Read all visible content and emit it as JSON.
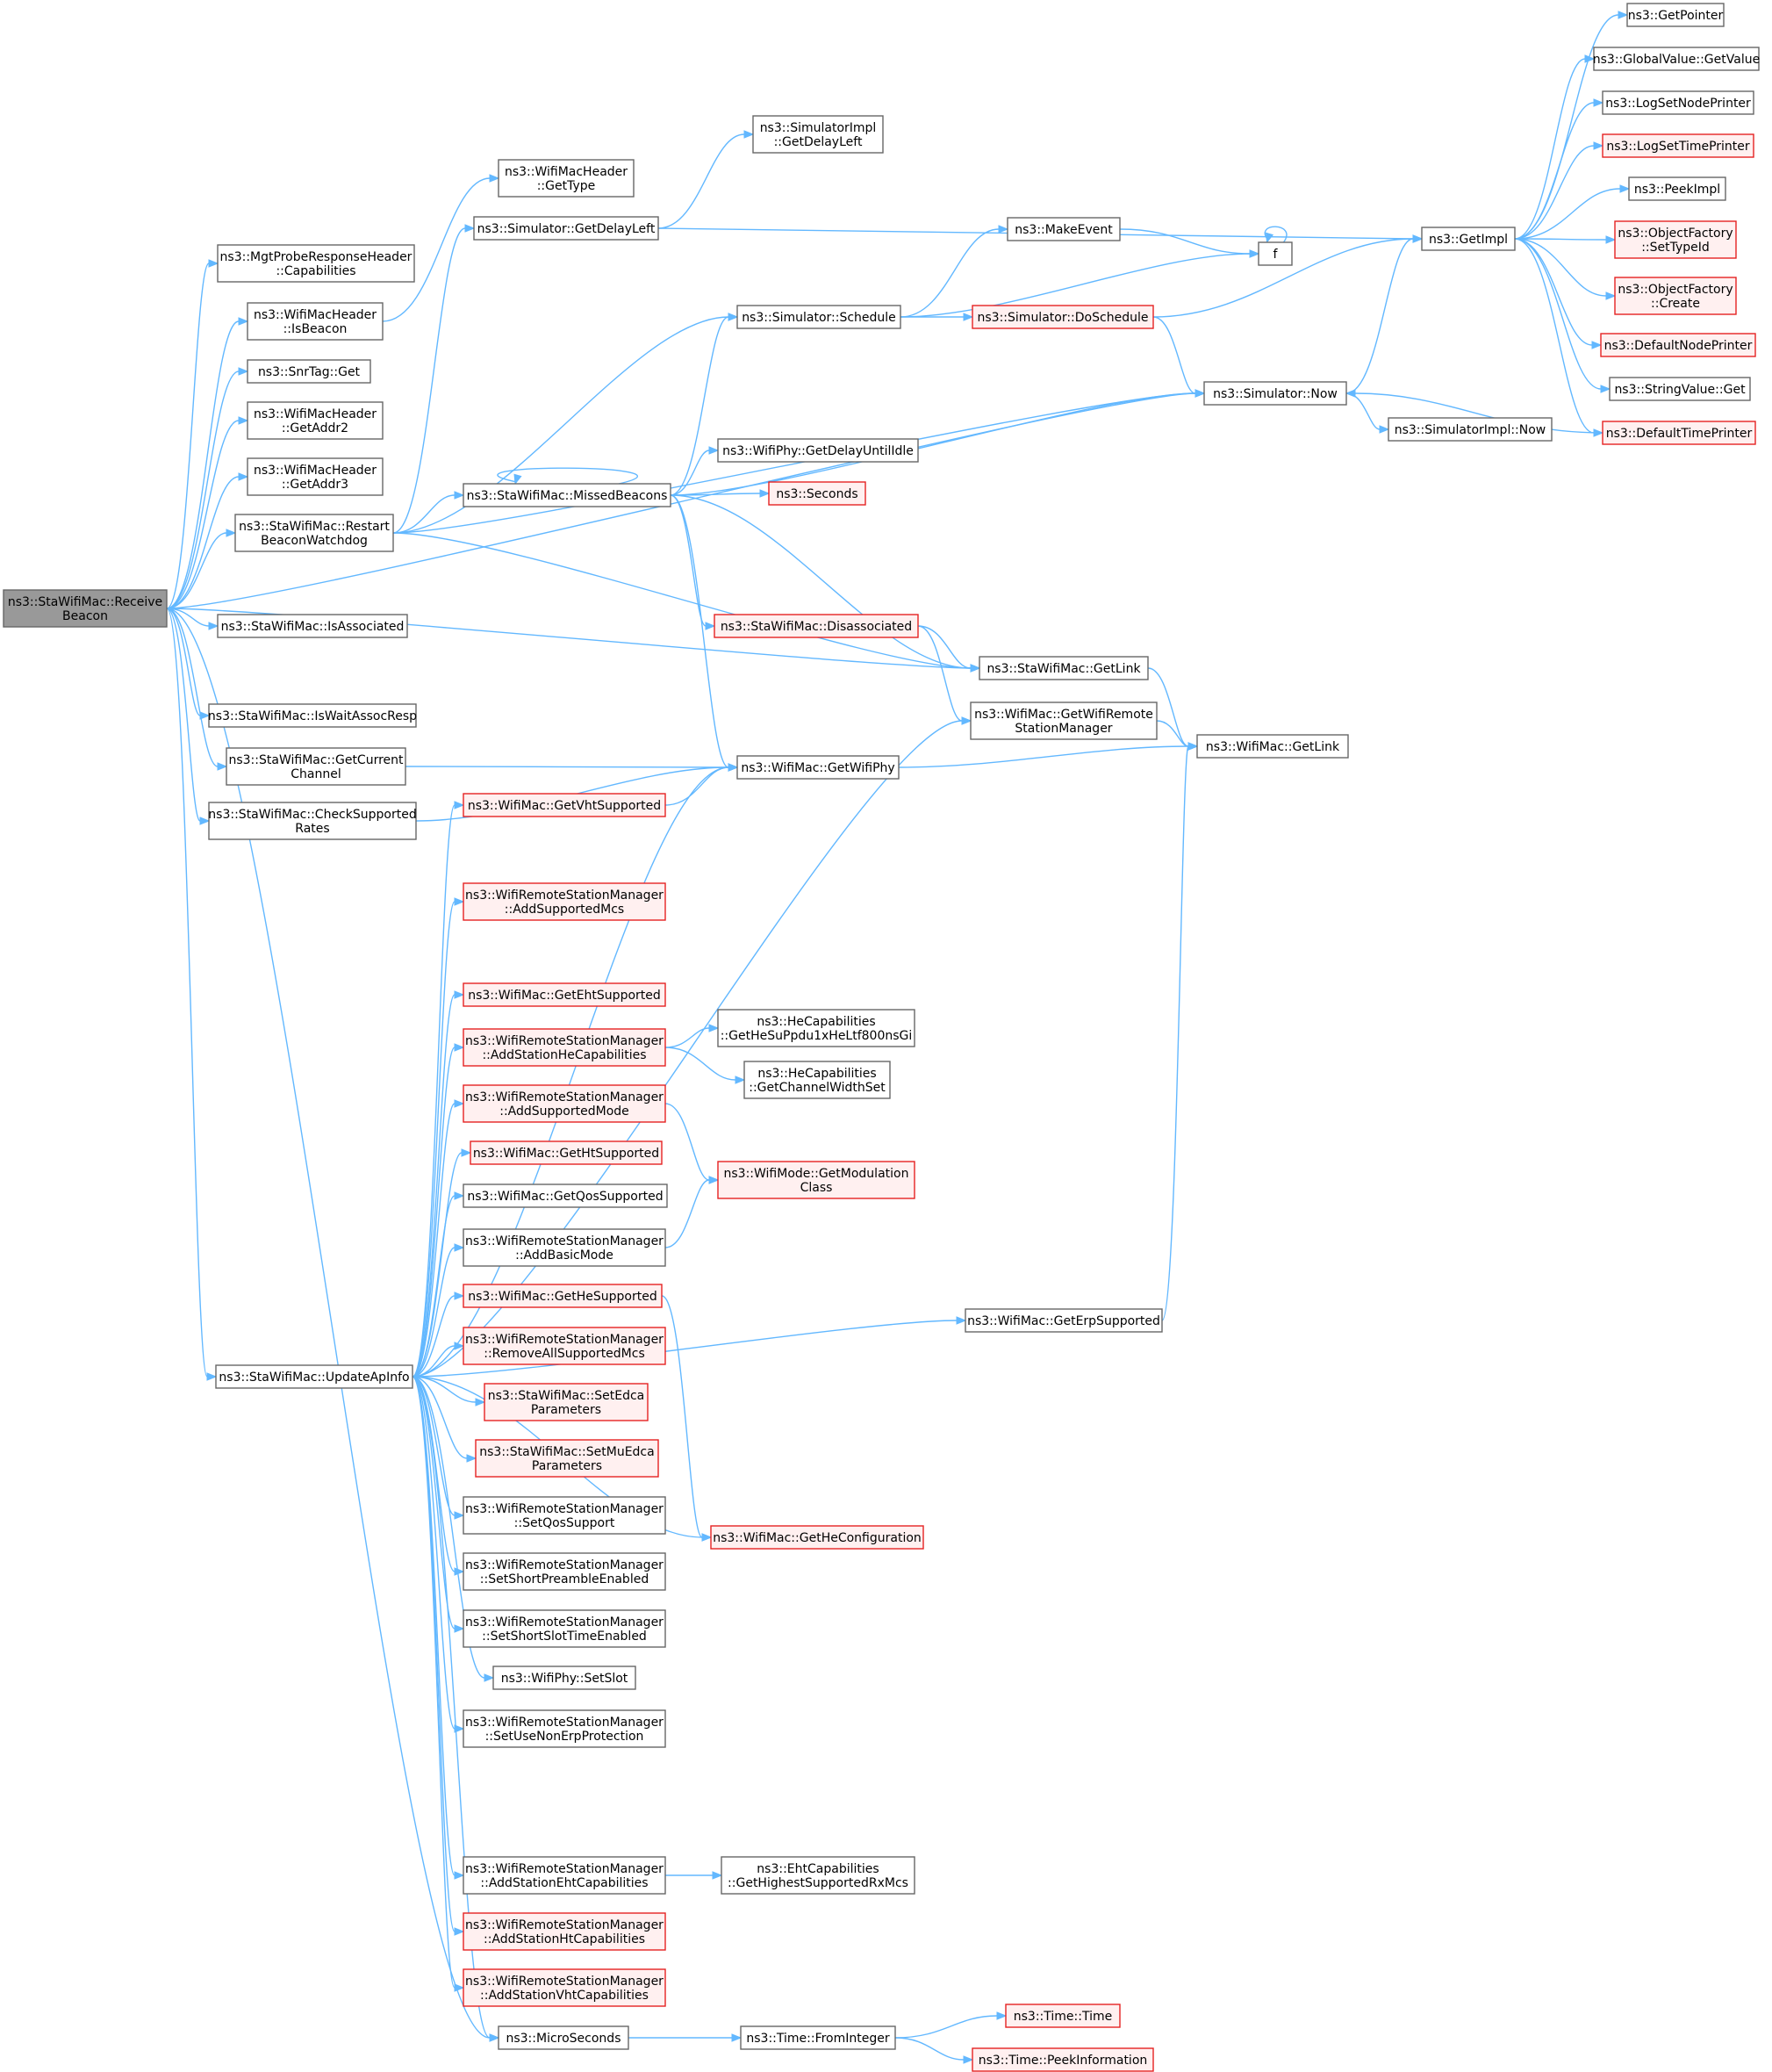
{
  "colors": {
    "edge": "#63b8ff",
    "node_border": "#666666",
    "node_fill": "#ffffff",
    "root_fill": "#999999",
    "truncated_border": "#e52222",
    "truncated_fill": "#fff0f0"
  },
  "nodes": [
    {
      "id": "recv",
      "kind": "root",
      "lines": [
        "ns3::StaWifiMac::Receive",
        "Beacon"
      ]
    },
    {
      "id": "mgtcap",
      "kind": "normal",
      "lines": [
        "ns3::MgtProbeResponseHeader",
        "::Capabilities"
      ]
    },
    {
      "id": "isbeacon",
      "kind": "normal",
      "lines": [
        "ns3::WifiMacHeader",
        "::IsBeacon"
      ]
    },
    {
      "id": "snrget",
      "kind": "normal",
      "lines": [
        "ns3::SnrTag::Get"
      ]
    },
    {
      "id": "addr2",
      "kind": "normal",
      "lines": [
        "ns3::WifiMacHeader",
        "::GetAddr2"
      ]
    },
    {
      "id": "addr3",
      "kind": "normal",
      "lines": [
        "ns3::WifiMacHeader",
        "::GetAddr3"
      ]
    },
    {
      "id": "restart",
      "kind": "normal",
      "lines": [
        "ns3::StaWifiMac::Restart",
        "BeaconWatchdog"
      ]
    },
    {
      "id": "isassoc",
      "kind": "normal",
      "lines": [
        "ns3::StaWifiMac::IsAssociated"
      ]
    },
    {
      "id": "iswait",
      "kind": "normal",
      "lines": [
        "ns3::StaWifiMac::IsWaitAssocResp"
      ]
    },
    {
      "id": "getcur",
      "kind": "normal",
      "lines": [
        "ns3::StaWifiMac::GetCurrent",
        "Channel"
      ]
    },
    {
      "id": "checksup",
      "kind": "normal",
      "lines": [
        "ns3::StaWifiMac::CheckSupported",
        "Rates"
      ]
    },
    {
      "id": "updateap",
      "kind": "normal",
      "lines": [
        "ns3::StaWifiMac::UpdateApInfo"
      ]
    },
    {
      "id": "gettype",
      "kind": "normal",
      "lines": [
        "ns3::WifiMacHeader",
        "::GetType"
      ]
    },
    {
      "id": "simdelay",
      "kind": "normal",
      "lines": [
        "ns3::Simulator::GetDelayLeft"
      ]
    },
    {
      "id": "missed",
      "kind": "normal",
      "lines": [
        "ns3::StaWifiMac::MissedBeacons"
      ]
    },
    {
      "id": "getvht",
      "kind": "red",
      "lines": [
        "ns3::WifiMac::GetVhtSupported"
      ]
    },
    {
      "id": "addsupmcs",
      "kind": "red",
      "lines": [
        "ns3::WifiRemoteStationManager",
        "::AddSupportedMcs"
      ]
    },
    {
      "id": "geteht",
      "kind": "red",
      "lines": [
        "ns3::WifiMac::GetEhtSupported"
      ]
    },
    {
      "id": "addhecap",
      "kind": "red",
      "lines": [
        "ns3::WifiRemoteStationManager",
        "::AddStationHeCapabilities"
      ]
    },
    {
      "id": "addsupmode",
      "kind": "red",
      "lines": [
        "ns3::WifiRemoteStationManager",
        "::AddSupportedMode"
      ]
    },
    {
      "id": "getht",
      "kind": "red",
      "lines": [
        "ns3::WifiMac::GetHtSupported"
      ]
    },
    {
      "id": "getqos",
      "kind": "normal",
      "lines": [
        "ns3::WifiMac::GetQosSupported"
      ]
    },
    {
      "id": "addbasic",
      "kind": "normal",
      "lines": [
        "ns3::WifiRemoteStationManager",
        "::AddBasicMode"
      ]
    },
    {
      "id": "gethe",
      "kind": "red",
      "lines": [
        "ns3::WifiMac::GetHeSupported"
      ]
    },
    {
      "id": "removeall",
      "kind": "red",
      "lines": [
        "ns3::WifiRemoteStationManager",
        "::RemoveAllSupportedMcs"
      ]
    },
    {
      "id": "setedca",
      "kind": "red",
      "lines": [
        "ns3::StaWifiMac::SetEdca",
        "Parameters"
      ]
    },
    {
      "id": "setmuedca",
      "kind": "red",
      "lines": [
        "ns3::StaWifiMac::SetMuEdca",
        "Parameters"
      ]
    },
    {
      "id": "setqos",
      "kind": "normal",
      "lines": [
        "ns3::WifiRemoteStationManager",
        "::SetQosSupport"
      ]
    },
    {
      "id": "setshortpre",
      "kind": "normal",
      "lines": [
        "ns3::WifiRemoteStationManager",
        "::SetShortPreambleEnabled"
      ]
    },
    {
      "id": "setshortslot",
      "kind": "normal",
      "lines": [
        "ns3::WifiRemoteStationManager",
        "::SetShortSlotTimeEnabled"
      ]
    },
    {
      "id": "setslot",
      "kind": "normal",
      "lines": [
        "ns3::WifiPhy::SetSlot"
      ]
    },
    {
      "id": "setnonerp",
      "kind": "normal",
      "lines": [
        "ns3::WifiRemoteStationManager",
        "::SetUseNonErpProtection"
      ]
    },
    {
      "id": "addehtcap",
      "kind": "normal",
      "lines": [
        "ns3::WifiRemoteStationManager",
        "::AddStationEhtCapabilities"
      ]
    },
    {
      "id": "addhtcap",
      "kind": "red",
      "lines": [
        "ns3::WifiRemoteStationManager",
        "::AddStationHtCapabilities"
      ]
    },
    {
      "id": "addvhtcap",
      "kind": "red",
      "lines": [
        "ns3::WifiRemoteStationManager",
        "::AddStationVhtCapabilities"
      ]
    },
    {
      "id": "micro",
      "kind": "normal",
      "lines": [
        "ns3::MicroSeconds"
      ]
    },
    {
      "id": "simimpldelay",
      "kind": "normal",
      "lines": [
        "ns3::SimulatorImpl",
        "::GetDelayLeft"
      ]
    },
    {
      "id": "schedule",
      "kind": "normal",
      "lines": [
        "ns3::Simulator::Schedule"
      ]
    },
    {
      "id": "delayidle",
      "kind": "normal",
      "lines": [
        "ns3::WifiPhy::GetDelayUntilIdle"
      ]
    },
    {
      "id": "seconds",
      "kind": "red",
      "lines": [
        "ns3::Seconds"
      ]
    },
    {
      "id": "disassoc",
      "kind": "red",
      "lines": [
        "ns3::StaWifiMac::Disassociated"
      ]
    },
    {
      "id": "getwifiphy",
      "kind": "normal",
      "lines": [
        "ns3::WifiMac::GetWifiPhy"
      ]
    },
    {
      "id": "hesuppdu",
      "kind": "normal",
      "lines": [
        "ns3::HeCapabilities",
        "::GetHeSuPpdu1xHeLtf800nsGi"
      ]
    },
    {
      "id": "chanwidth",
      "kind": "normal",
      "lines": [
        "ns3::HeCapabilities",
        "::GetChannelWidthSet"
      ]
    },
    {
      "id": "modclass",
      "kind": "red",
      "lines": [
        "ns3::WifiMode::GetModulation",
        "Class"
      ]
    },
    {
      "id": "hecfg",
      "kind": "red",
      "lines": [
        "ns3::WifiMac::GetHeConfiguration"
      ]
    },
    {
      "id": "ehthighest",
      "kind": "normal",
      "lines": [
        "ns3::EhtCapabilities",
        "::GetHighestSupportedRxMcs"
      ]
    },
    {
      "id": "fromint",
      "kind": "normal",
      "lines": [
        "ns3::Time::FromInteger"
      ]
    },
    {
      "id": "makeevent",
      "kind": "normal",
      "lines": [
        "ns3::MakeEvent"
      ]
    },
    {
      "id": "dosched",
      "kind": "red",
      "lines": [
        "ns3::Simulator::DoSchedule"
      ]
    },
    {
      "id": "stagetlink",
      "kind": "normal",
      "lines": [
        "ns3::StaWifiMac::GetLink"
      ]
    },
    {
      "id": "getremote",
      "kind": "normal",
      "lines": [
        "ns3::WifiMac::GetWifiRemote",
        "StationManager"
      ]
    },
    {
      "id": "geterp",
      "kind": "normal",
      "lines": [
        "ns3::WifiMac::GetErpSupported"
      ]
    },
    {
      "id": "timetime",
      "kind": "red",
      "lines": [
        "ns3::Time::Time"
      ]
    },
    {
      "id": "peekinfo",
      "kind": "red",
      "lines": [
        "ns3::Time::PeekInformation"
      ]
    },
    {
      "id": "f",
      "kind": "normal",
      "lines": [
        "f"
      ]
    },
    {
      "id": "now",
      "kind": "normal",
      "lines": [
        "ns3::Simulator::Now"
      ]
    },
    {
      "id": "macgetlink",
      "kind": "normal",
      "lines": [
        "ns3::WifiMac::GetLink"
      ]
    },
    {
      "id": "getimpl",
      "kind": "normal",
      "lines": [
        "ns3::GetImpl"
      ]
    },
    {
      "id": "implnow",
      "kind": "normal",
      "lines": [
        "ns3::SimulatorImpl::Now"
      ]
    },
    {
      "id": "getpointer",
      "kind": "normal",
      "lines": [
        "ns3::GetPointer"
      ]
    },
    {
      "id": "globalget",
      "kind": "normal",
      "lines": [
        "ns3::GlobalValue::GetValue"
      ]
    },
    {
      "id": "lognode",
      "kind": "normal",
      "lines": [
        "ns3::LogSetNodePrinter"
      ]
    },
    {
      "id": "logtime",
      "kind": "red",
      "lines": [
        "ns3::LogSetTimePrinter"
      ]
    },
    {
      "id": "peekimpl",
      "kind": "normal",
      "lines": [
        "ns3::PeekImpl"
      ]
    },
    {
      "id": "settypeid",
      "kind": "red",
      "lines": [
        "ns3::ObjectFactory",
        "::SetTypeId"
      ]
    },
    {
      "id": "create",
      "kind": "red",
      "lines": [
        "ns3::ObjectFactory",
        "::Create"
      ]
    },
    {
      "id": "defnode",
      "kind": "red",
      "lines": [
        "ns3::DefaultNodePrinter"
      ]
    },
    {
      "id": "strget",
      "kind": "normal",
      "lines": [
        "ns3::StringValue::Get"
      ]
    },
    {
      "id": "deftime",
      "kind": "red",
      "lines": [
        "ns3::DefaultTimePrinter"
      ]
    }
  ],
  "edges": [
    [
      "recv",
      "mgtcap"
    ],
    [
      "recv",
      "isbeacon"
    ],
    [
      "recv",
      "snrget"
    ],
    [
      "recv",
      "addr2"
    ],
    [
      "recv",
      "addr3"
    ],
    [
      "recv",
      "restart"
    ],
    [
      "recv",
      "isassoc"
    ],
    [
      "recv",
      "iswait"
    ],
    [
      "recv",
      "getcur"
    ],
    [
      "recv",
      "checksup"
    ],
    [
      "recv",
      "updateap"
    ],
    [
      "recv",
      "now"
    ],
    [
      "recv",
      "stagetlink"
    ],
    [
      "recv",
      "micro"
    ],
    [
      "isbeacon",
      "gettype"
    ],
    [
      "restart",
      "simdelay"
    ],
    [
      "restart",
      "schedule"
    ],
    [
      "restart",
      "now"
    ],
    [
      "restart",
      "missed"
    ],
    [
      "restart",
      "stagetlink"
    ],
    [
      "simdelay",
      "simimpldelay"
    ],
    [
      "simdelay",
      "getimpl"
    ],
    [
      "schedule",
      "makeevent"
    ],
    [
      "schedule",
      "f"
    ],
    [
      "schedule",
      "dosched"
    ],
    [
      "makeevent",
      "f"
    ],
    [
      "f",
      "f"
    ],
    [
      "dosched",
      "getimpl"
    ],
    [
      "dosched",
      "now"
    ],
    [
      "now",
      "getimpl"
    ],
    [
      "now",
      "implnow"
    ],
    [
      "missed",
      "missed"
    ],
    [
      "missed",
      "schedule"
    ],
    [
      "missed",
      "now"
    ],
    [
      "missed",
      "delayidle"
    ],
    [
      "missed",
      "seconds"
    ],
    [
      "missed",
      "disassoc"
    ],
    [
      "missed",
      "stagetlink"
    ],
    [
      "missed",
      "getwifiphy"
    ],
    [
      "disassoc",
      "stagetlink"
    ],
    [
      "disassoc",
      "getremote"
    ],
    [
      "stagetlink",
      "macgetlink"
    ],
    [
      "getremote",
      "macgetlink"
    ],
    [
      "getwifiphy",
      "macgetlink"
    ],
    [
      "getcur",
      "getwifiphy"
    ],
    [
      "checksup",
      "getwifiphy"
    ],
    [
      "getvht",
      "getwifiphy"
    ],
    [
      "updateap",
      "getvht"
    ],
    [
      "updateap",
      "getwifiphy"
    ],
    [
      "updateap",
      "addsupmcs"
    ],
    [
      "updateap",
      "getremote"
    ],
    [
      "updateap",
      "geteht"
    ],
    [
      "updateap",
      "addhecap"
    ],
    [
      "updateap",
      "addsupmode"
    ],
    [
      "updateap",
      "getht"
    ],
    [
      "updateap",
      "getqos"
    ],
    [
      "updateap",
      "addbasic"
    ],
    [
      "updateap",
      "gethe"
    ],
    [
      "updateap",
      "removeall"
    ],
    [
      "updateap",
      "setedca"
    ],
    [
      "updateap",
      "setmuedca"
    ],
    [
      "updateap",
      "setqos"
    ],
    [
      "updateap",
      "setshortpre"
    ],
    [
      "updateap",
      "setshortslot"
    ],
    [
      "updateap",
      "setslot"
    ],
    [
      "updateap",
      "setnonerp"
    ],
    [
      "updateap",
      "hecfg"
    ],
    [
      "updateap",
      "geterp"
    ],
    [
      "updateap",
      "addehtcap"
    ],
    [
      "updateap",
      "addhtcap"
    ],
    [
      "updateap",
      "addvhtcap"
    ],
    [
      "updateap",
      "micro"
    ],
    [
      "addhecap",
      "hesuppdu"
    ],
    [
      "addhecap",
      "chanwidth"
    ],
    [
      "addsupmode",
      "modclass"
    ],
    [
      "addbasic",
      "modclass"
    ],
    [
      "gethe",
      "hecfg"
    ],
    [
      "addehtcap",
      "ehthighest"
    ],
    [
      "geterp",
      "macgetlink"
    ],
    [
      "micro",
      "fromint"
    ],
    [
      "fromint",
      "timetime"
    ],
    [
      "fromint",
      "peekinfo"
    ],
    [
      "getimpl",
      "getpointer"
    ],
    [
      "getimpl",
      "globalget"
    ],
    [
      "getimpl",
      "lognode"
    ],
    [
      "getimpl",
      "logtime"
    ],
    [
      "getimpl",
      "peekimpl"
    ],
    [
      "getimpl",
      "settypeid"
    ],
    [
      "getimpl",
      "create"
    ],
    [
      "getimpl",
      "defnode"
    ],
    [
      "getimpl",
      "strget"
    ],
    [
      "getimpl",
      "deftime"
    ],
    [
      "deftime",
      "now"
    ]
  ]
}
